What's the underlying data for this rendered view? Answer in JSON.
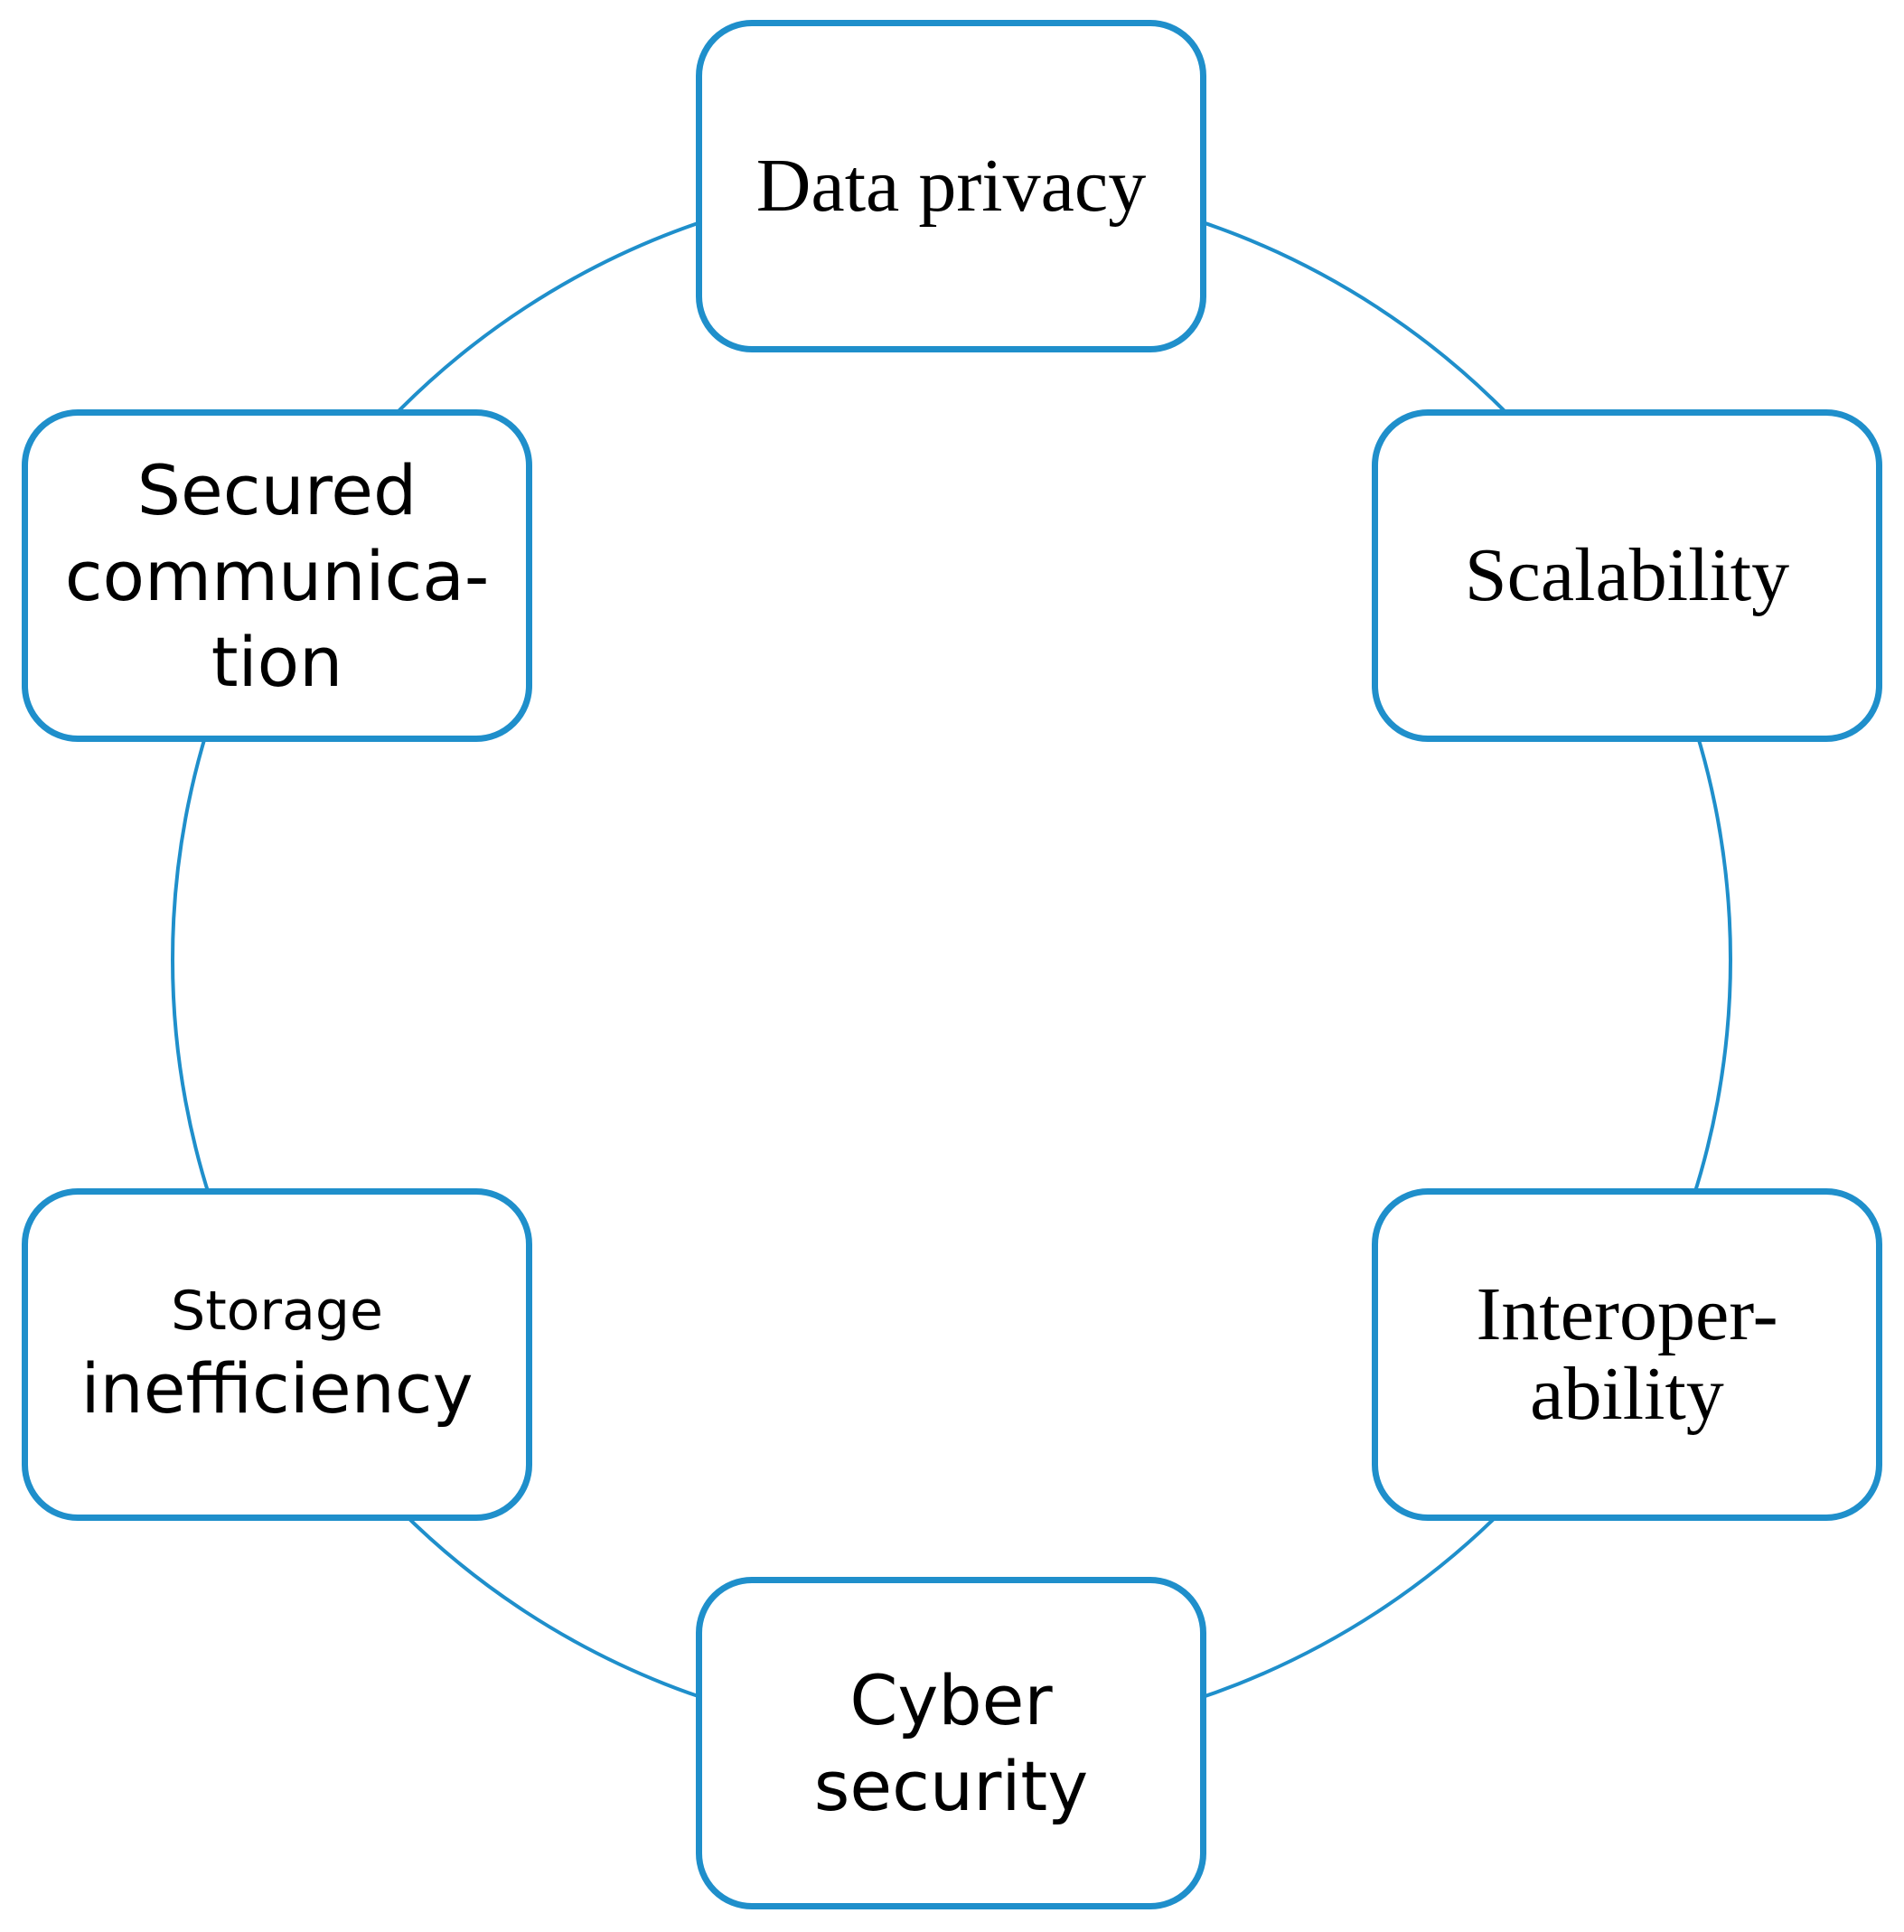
{
  "diagram": {
    "accent_color": "#1f8fcb",
    "nodes": {
      "data_privacy": {
        "lines": [
          "Data privacy"
        ]
      },
      "scalability": {
        "lines": [
          "Scalability"
        ]
      },
      "interoperability": {
        "lines": [
          "Interoper-",
          "ability"
        ]
      },
      "cyber_security": {
        "lines": [
          "Cyber",
          "security"
        ]
      },
      "storage_inefficiency": {
        "lines": [
          "Storage",
          "inefficiency"
        ]
      },
      "secured_communication": {
        "lines": [
          "Secured",
          "communica-",
          "tion"
        ]
      }
    }
  }
}
